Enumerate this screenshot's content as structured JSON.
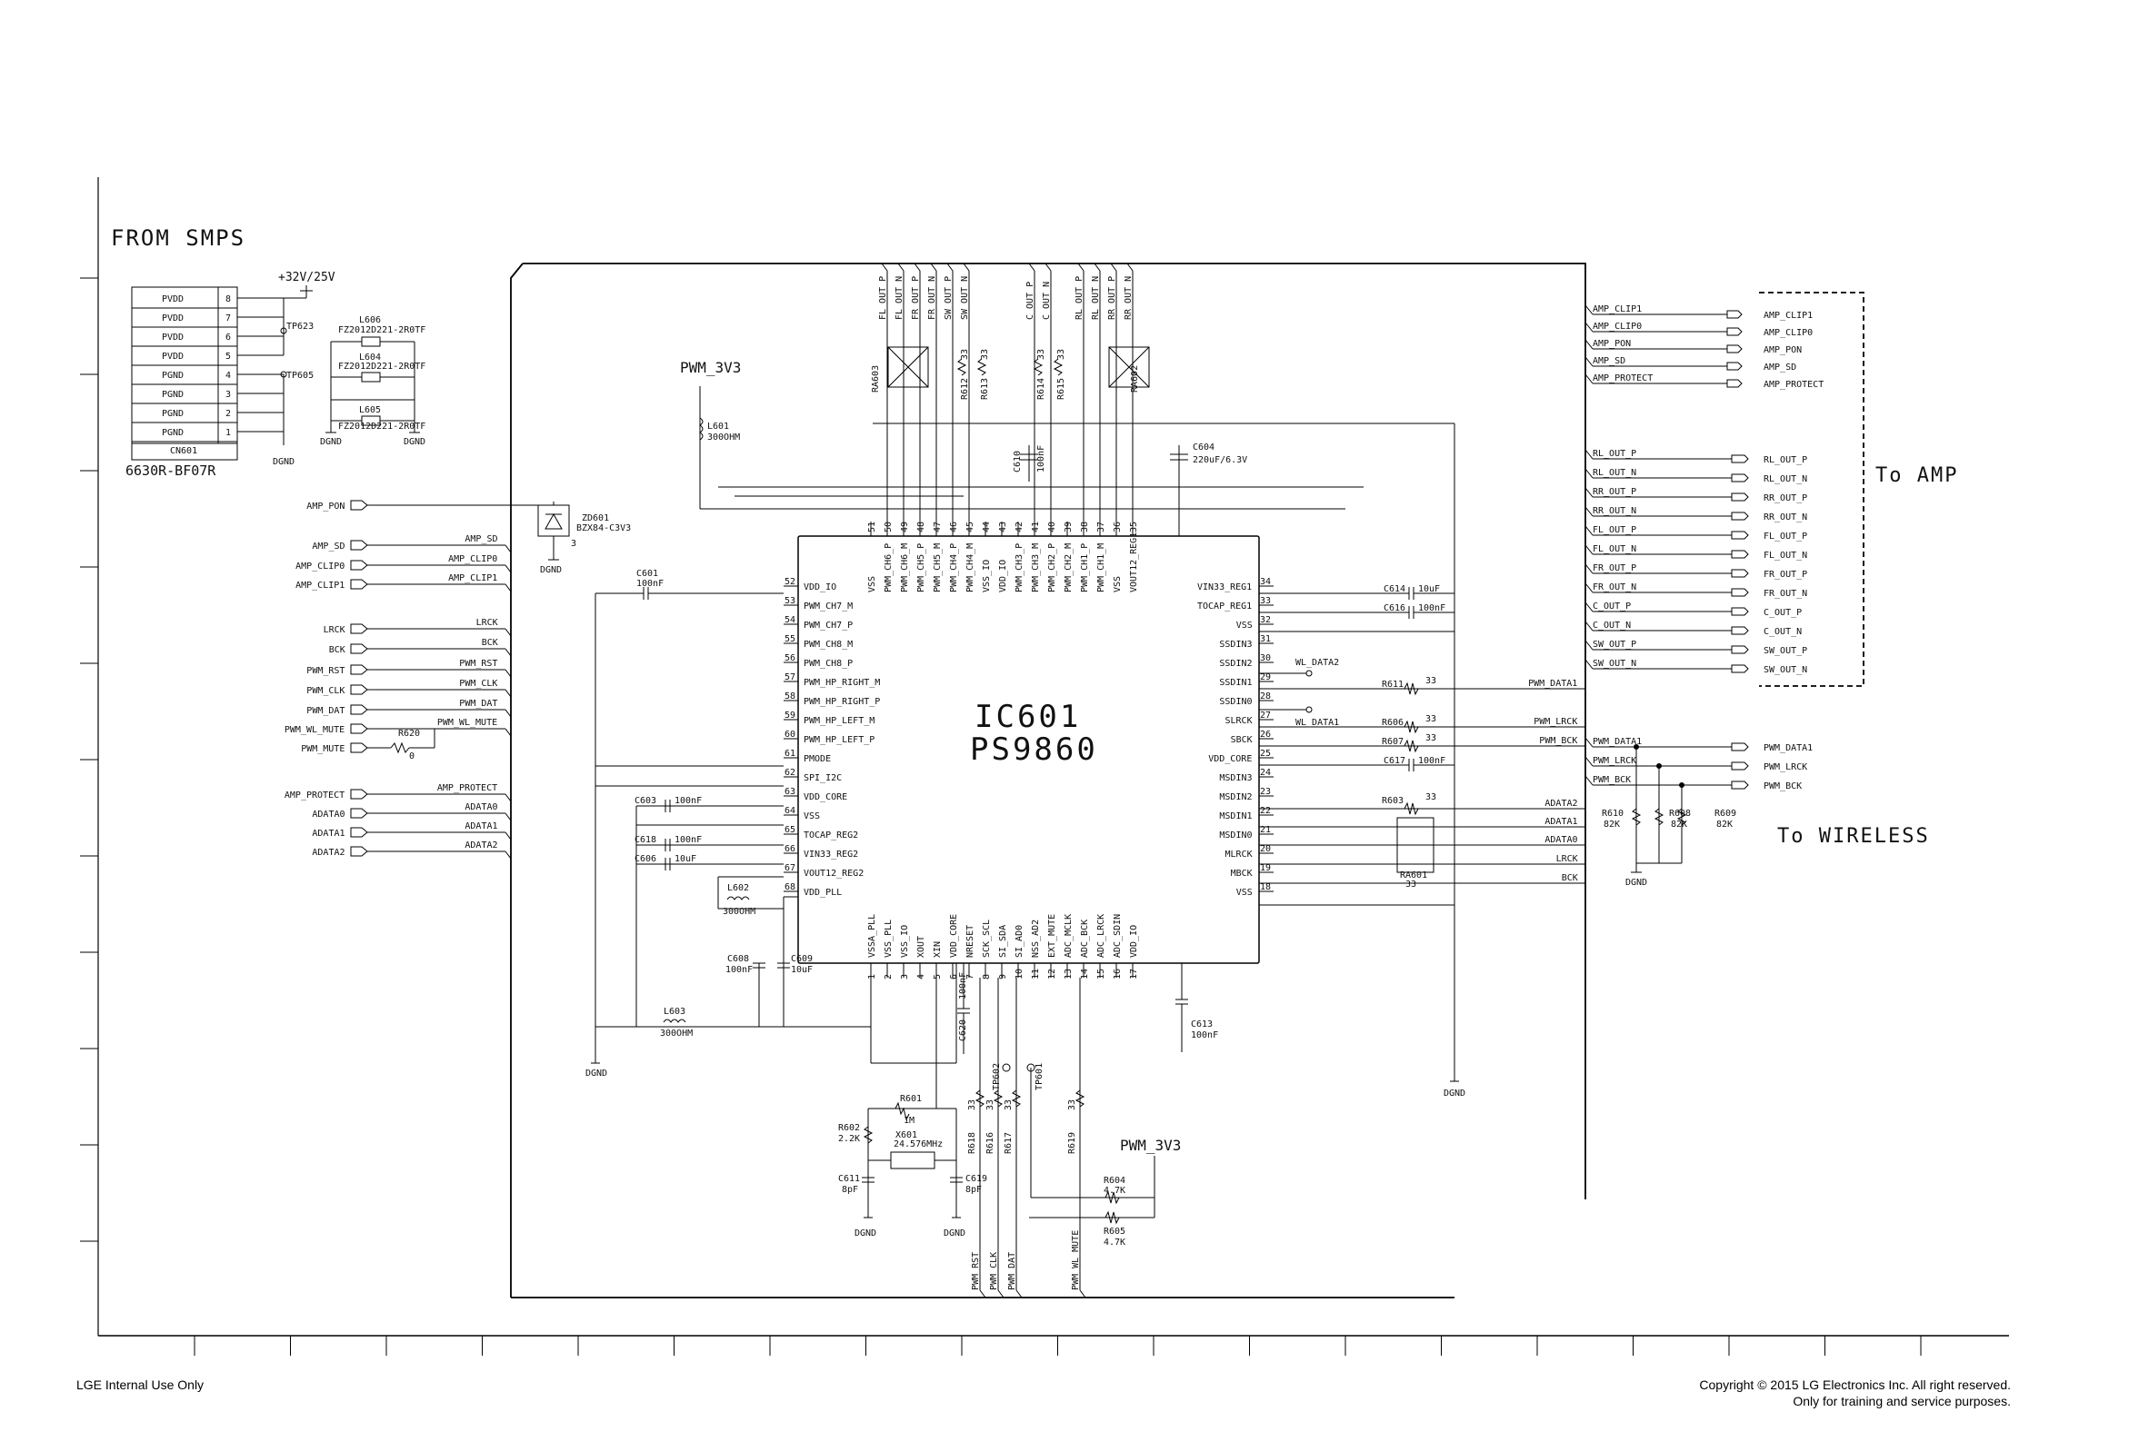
{
  "headers": {
    "from_smps": "FROM SMPS",
    "to_amp": "To AMP",
    "to_wireless": "To WIRELESS",
    "ic_ref": "IC601",
    "ic_part": "PS9860",
    "pwm3v3_a": "PWM_3V3",
    "pwm3v3_b": "PWM_3V3"
  },
  "connector": {
    "ref": "CN601",
    "part": "6630R-BF07R",
    "rail": "+32V/25V",
    "pins": [
      {
        "name": "PVDD",
        "num": "8"
      },
      {
        "name": "PVDD",
        "num": "7"
      },
      {
        "name": "PVDD",
        "num": "6"
      },
      {
        "name": "PVDD",
        "num": "5"
      },
      {
        "name": "PGND",
        "num": "4"
      },
      {
        "name": "PGND",
        "num": "3"
      },
      {
        "name": "PGND",
        "num": "2"
      },
      {
        "name": "PGND",
        "num": "1"
      }
    ],
    "tp623": "TP623",
    "tp605": "TP605",
    "dgnd": "DGND"
  },
  "filters": [
    {
      "ref": "L606",
      "part": "FZ2012D221-2R0TF"
    },
    {
      "ref": "L604",
      "part": "FZ2012D221-2R0TF"
    },
    {
      "ref": "L605",
      "part": "FZ2012D221-2R0TF"
    }
  ],
  "zener": {
    "ref": "ZD601",
    "part": "BZX84-C3V3",
    "pin": "3"
  },
  "left_inputs": [
    {
      "name": "AMP_PON",
      "bus": ""
    },
    {
      "name": "AMP_SD",
      "bus": "AMP_SD"
    },
    {
      "name": "AMP_CLIP0",
      "bus": "AMP_CLIP0"
    },
    {
      "name": "AMP_CLIP1",
      "bus": "AMP_CLIP1"
    },
    {
      "name": "LRCK",
      "bus": "LRCK"
    },
    {
      "name": "BCK",
      "bus": "BCK"
    },
    {
      "name": "PWM_RST",
      "bus": "PWM_RST"
    },
    {
      "name": "PWM_CLK",
      "bus": "PWM_CLK"
    },
    {
      "name": "PWM_DAT",
      "bus": "PWM_DAT"
    },
    {
      "name": "PWM_WL_MUTE",
      "bus": "PWM_WL_MUTE"
    },
    {
      "name": "PWM_MUTE",
      "bus": ""
    },
    {
      "name": "AMP_PROTECT",
      "bus": "AMP_PROTECT"
    },
    {
      "name": "ADATA0",
      "bus": "ADATA0"
    },
    {
      "name": "ADATA1",
      "bus": "ADATA1"
    },
    {
      "name": "ADATA2",
      "bus": "ADATA2"
    }
  ],
  "r620": {
    "ref": "R620",
    "value": "0"
  },
  "ic_left_pins": [
    {
      "num": "52",
      "name": "VDD_IO"
    },
    {
      "num": "53",
      "name": "PWM_CH7_M"
    },
    {
      "num": "54",
      "name": "PWM_CH7_P"
    },
    {
      "num": "55",
      "name": "PWM_CH8_M"
    },
    {
      "num": "56",
      "name": "PWM_CH8_P"
    },
    {
      "num": "57",
      "name": "PWM_HP_RIGHT_M"
    },
    {
      "num": "58",
      "name": "PWM_HP_RIGHT_P"
    },
    {
      "num": "59",
      "name": "PWM_HP_LEFT_M"
    },
    {
      "num": "60",
      "name": "PWM_HP_LEFT_P"
    },
    {
      "num": "61",
      "name": "PMODE"
    },
    {
      "num": "62",
      "name": "SPI_I2C"
    },
    {
      "num": "63",
      "name": "VDD_CORE"
    },
    {
      "num": "64",
      "name": "VSS"
    },
    {
      "num": "65",
      "name": "TOCAP_REG2"
    },
    {
      "num": "66",
      "name": "VIN33_REG2"
    },
    {
      "num": "67",
      "name": "VOUT12_REG2"
    },
    {
      "num": "68",
      "name": "VDD_PLL"
    }
  ],
  "ic_right_pins": [
    {
      "num": "34",
      "name": "VIN33_REG1"
    },
    {
      "num": "33",
      "name": "TOCAP_REG1"
    },
    {
      "num": "32",
      "name": "VSS"
    },
    {
      "num": "31",
      "name": "SSDIN3"
    },
    {
      "num": "30",
      "name": "SSDIN2"
    },
    {
      "num": "29",
      "name": "SSDIN1"
    },
    {
      "num": "28",
      "name": "SSDIN0"
    },
    {
      "num": "27",
      "name": "SLRCK"
    },
    {
      "num": "26",
      "name": "SBCK"
    },
    {
      "num": "25",
      "name": "VDD_CORE"
    },
    {
      "num": "24",
      "name": "MSDIN3"
    },
    {
      "num": "23",
      "name": "MSDIN2"
    },
    {
      "num": "22",
      "name": "MSDIN1"
    },
    {
      "num": "21",
      "name": "MSDIN0"
    },
    {
      "num": "20",
      "name": "MLRCK"
    },
    {
      "num": "19",
      "name": "MBCK"
    },
    {
      "num": "18",
      "name": "VSS"
    }
  ],
  "ic_top_pins": [
    {
      "num": "51",
      "name": "VSS"
    },
    {
      "num": "50",
      "name": "PWM_CH6_P"
    },
    {
      "num": "49",
      "name": "PWM_CH6_M"
    },
    {
      "num": "48",
      "name": "PWM_CH5_P"
    },
    {
      "num": "47",
      "name": "PWM_CH5_M"
    },
    {
      "num": "46",
      "name": "PWM_CH4_P"
    },
    {
      "num": "45",
      "name": "PWM_CH4_M"
    },
    {
      "num": "44",
      "name": "VSS_IO"
    },
    {
      "num": "43",
      "name": "VDD_IO"
    },
    {
      "num": "42",
      "name": "PWM_CH3_P"
    },
    {
      "num": "41",
      "name": "PWM_CH3_M"
    },
    {
      "num": "40",
      "name": "PWM_CH2_P"
    },
    {
      "num": "39",
      "name": "PWM_CH2_M"
    },
    {
      "num": "38",
      "name": "PWM_CH1_P"
    },
    {
      "num": "37",
      "name": "PWM_CH1_M"
    },
    {
      "num": "36",
      "name": "VSS"
    },
    {
      "num": "35",
      "name": "VOUT12_REG1"
    }
  ],
  "ic_bottom_pins": [
    {
      "num": "1",
      "name": "VSSA_PLL"
    },
    {
      "num": "2",
      "name": "VSS_PLL"
    },
    {
      "num": "3",
      "name": "VSS_IO"
    },
    {
      "num": "4",
      "name": "XOUT"
    },
    {
      "num": "5",
      "name": "XIN"
    },
    {
      "num": "6",
      "name": "VDD_CORE"
    },
    {
      "num": "7",
      "name": "NRESET"
    },
    {
      "num": "8",
      "name": "SCK_SCL"
    },
    {
      "num": "9",
      "name": "SI_SDA"
    },
    {
      "num": "10",
      "name": "SI_AD0"
    },
    {
      "num": "11",
      "name": "NSS_AD2"
    },
    {
      "num": "12",
      "name": "EXT_MUTE"
    },
    {
      "num": "13",
      "name": "ADC_MCLK"
    },
    {
      "num": "14",
      "name": "ADC_BCK"
    },
    {
      "num": "15",
      "name": "ADC_LRCK"
    },
    {
      "num": "16",
      "name": "ADC_SDIN"
    },
    {
      "num": "17",
      "name": "VDD_IO"
    }
  ],
  "top_nets": [
    "FL_OUT_P",
    "FL_OUT_N",
    "FR_OUT_P",
    "FR_OUT_N",
    "SW_OUT_P",
    "SW_OUT_N",
    "C_OUT_P",
    "C_OUT_N",
    "RL_OUT_P",
    "RL_OUT_N",
    "RR_OUT_P",
    "RR_OUT_N"
  ],
  "top_parts": {
    "ra603": "RA603",
    "ra602": "RA602",
    "r612": "R612",
    "r613": "R613",
    "r614": "R614",
    "r615": "R615",
    "v33": "33",
    "c610": "C610",
    "c610v": "100nF",
    "c604": "C604",
    "c604v": "220uF/6.3V",
    "l601": "L601",
    "l601v": "300OHM"
  },
  "left_caps": [
    {
      "ref": "C601",
      "value": "100nF"
    },
    {
      "ref": "C603",
      "value": "100nF"
    },
    {
      "ref": "C618",
      "value": "100nF"
    },
    {
      "ref": "C606",
      "value": "10uF"
    }
  ],
  "l602": {
    "ref": "L602",
    "value": "300OHM"
  },
  "l603": {
    "ref": "L603",
    "value": "300OHM"
  },
  "c608": {
    "ref": "C608",
    "value": "100nF"
  },
  "c609": {
    "ref": "C609",
    "value": "10uF"
  },
  "right_caps": [
    {
      "ref": "C614",
      "value": "10uF"
    },
    {
      "ref": "C616",
      "value": "100nF"
    },
    {
      "ref": "C617",
      "value": "100nF"
    }
  ],
  "right_res": [
    {
      "ref": "R611",
      "value": "33"
    },
    {
      "ref": "R606",
      "value": "33"
    },
    {
      "ref": "R607",
      "value": "33"
    },
    {
      "ref": "R603",
      "value": "33"
    }
  ],
  "wl_data2": "WL_DATA2",
  "wl_data1": "WL_DATA1",
  "ra601": {
    "ref": "RA601",
    "value": "33"
  },
  "mid_bus": [
    "PWM_DATA1",
    "PWM_LRCK",
    "PWM_BCK",
    "ADATA2",
    "ADATA1",
    "ADATA0",
    "LRCK",
    "BCK"
  ],
  "amp_ctrl": [
    "AMP_CLIP1",
    "AMP_CLIP0",
    "AMP_PON",
    "AMP_SD",
    "AMP_PROTECT"
  ],
  "amp_ctrl_ports": [
    "AMP_CLIP1",
    "AMP_CLIP0",
    "AMP_PON",
    "AMP_SD",
    "AMP_PROTECT"
  ],
  "amp_out": [
    "RL_OUT_P",
    "RL_OUT_N",
    "RR_OUT_P",
    "RR_OUT_N",
    "FL_OUT_P",
    "FL_OUT_N",
    "FR_OUT_P",
    "FR_OUT_N",
    "C_OUT_P",
    "C_OUT_N",
    "SW_OUT_P",
    "SW_OUT_N"
  ],
  "wireless_in": [
    "PWM_DATA1",
    "PWM_LRCK",
    "PWM_BCK"
  ],
  "wireless_res": [
    {
      "ref": "R610",
      "value": "82K"
    },
    {
      "ref": "R608",
      "value": "82K"
    },
    {
      "ref": "R609",
      "value": "82K"
    }
  ],
  "crystal": {
    "x_ref": "X601",
    "x_freq": "24.576MHz",
    "r601": "R601",
    "r601v": "1M",
    "r602": "R602",
    "r602v": "2.2K",
    "c611": "C611",
    "c611v": "8pF",
    "c619": "C619",
    "c619v": "8pF",
    "c620": "C620",
    "c620v": "100nF",
    "c613": "C613",
    "c613v": "100nF"
  },
  "bottom_res": [
    {
      "ref": "R618",
      "value": "33"
    },
    {
      "ref": "R616",
      "value": "33"
    },
    {
      "ref": "R617",
      "value": "33"
    },
    {
      "ref": "R619",
      "value": "33"
    }
  ],
  "tp602": "TP602",
  "tp601": "TP601",
  "r604": {
    "ref": "R604",
    "value": "4.7K"
  },
  "r605": {
    "ref": "R605",
    "value": "4.7K"
  },
  "bottom_nets": [
    "PWM_RST",
    "PWM_CLK",
    "PWM_DAT",
    "PWM_WL_MUTE"
  ],
  "gnd": "DGND",
  "footer": {
    "left": "LGE Internal Use Only",
    "right1": "Copyright © 2015 LG Electronics Inc. All right reserved.",
    "right2": "Only for training and service purposes."
  }
}
